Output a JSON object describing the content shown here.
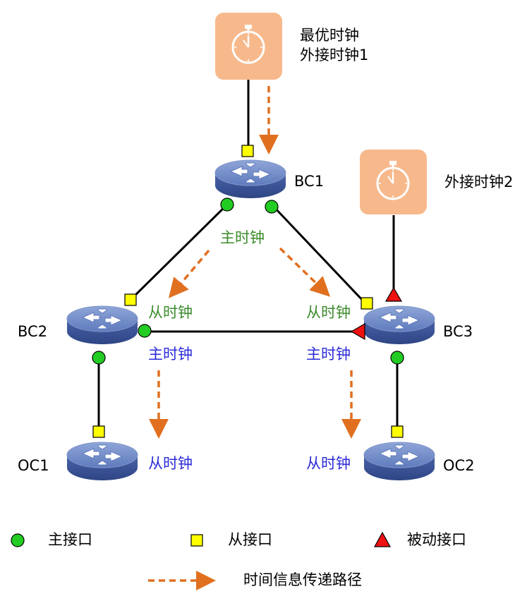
{
  "clocks": {
    "best_clock_line1": "最优时钟",
    "best_clock_line2": "外接时钟1",
    "external_clock2": "外接时钟2"
  },
  "devices": {
    "bc1": "BC1",
    "bc2": "BC2",
    "bc3": "BC3",
    "oc1": "OC1",
    "oc2": "OC2"
  },
  "roles": {
    "bc1_master": "主时钟",
    "bc2_slave": "从时钟",
    "bc3_slave": "从时钟",
    "bc2_master": "主时钟",
    "bc3_master": "主时钟",
    "oc1_slave": "从时钟",
    "oc2_slave": "从时钟"
  },
  "legend": {
    "master_port": "主接口",
    "slave_port": "从接口",
    "passive_port": "被动接口",
    "time_path": "时间信息传递路径"
  },
  "colors": {
    "clock_fill": "#f7b98c",
    "master_port": "#22cc22",
    "slave_port": "#ffff00",
    "passive_port": "#ee1111",
    "path_arrow": "#e07020",
    "master_label": "#3a8a2a",
    "link_label": "#2a2ad8"
  }
}
